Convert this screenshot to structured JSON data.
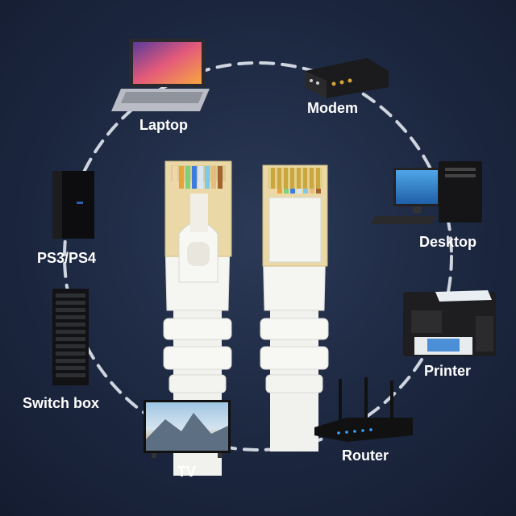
{
  "devices": {
    "laptop": "Laptop",
    "modem": "Modem",
    "desktop": "Desktop",
    "printer": "Printer",
    "router": "Router",
    "tv": "TV",
    "switch_box": "Switch box",
    "ps": "PS3/PS4"
  },
  "colors": {
    "background": "#1c2740",
    "ring": "#cfd5df",
    "plug_body": "#f4f4f0",
    "shield_gold": "#ead9a6"
  },
  "icons": [
    "laptop-icon",
    "modem-icon",
    "desktop-icon",
    "printer-icon",
    "router-icon",
    "tv-icon",
    "switch-box-icon",
    "ps-console-icon",
    "rj45-connector-icon"
  ]
}
